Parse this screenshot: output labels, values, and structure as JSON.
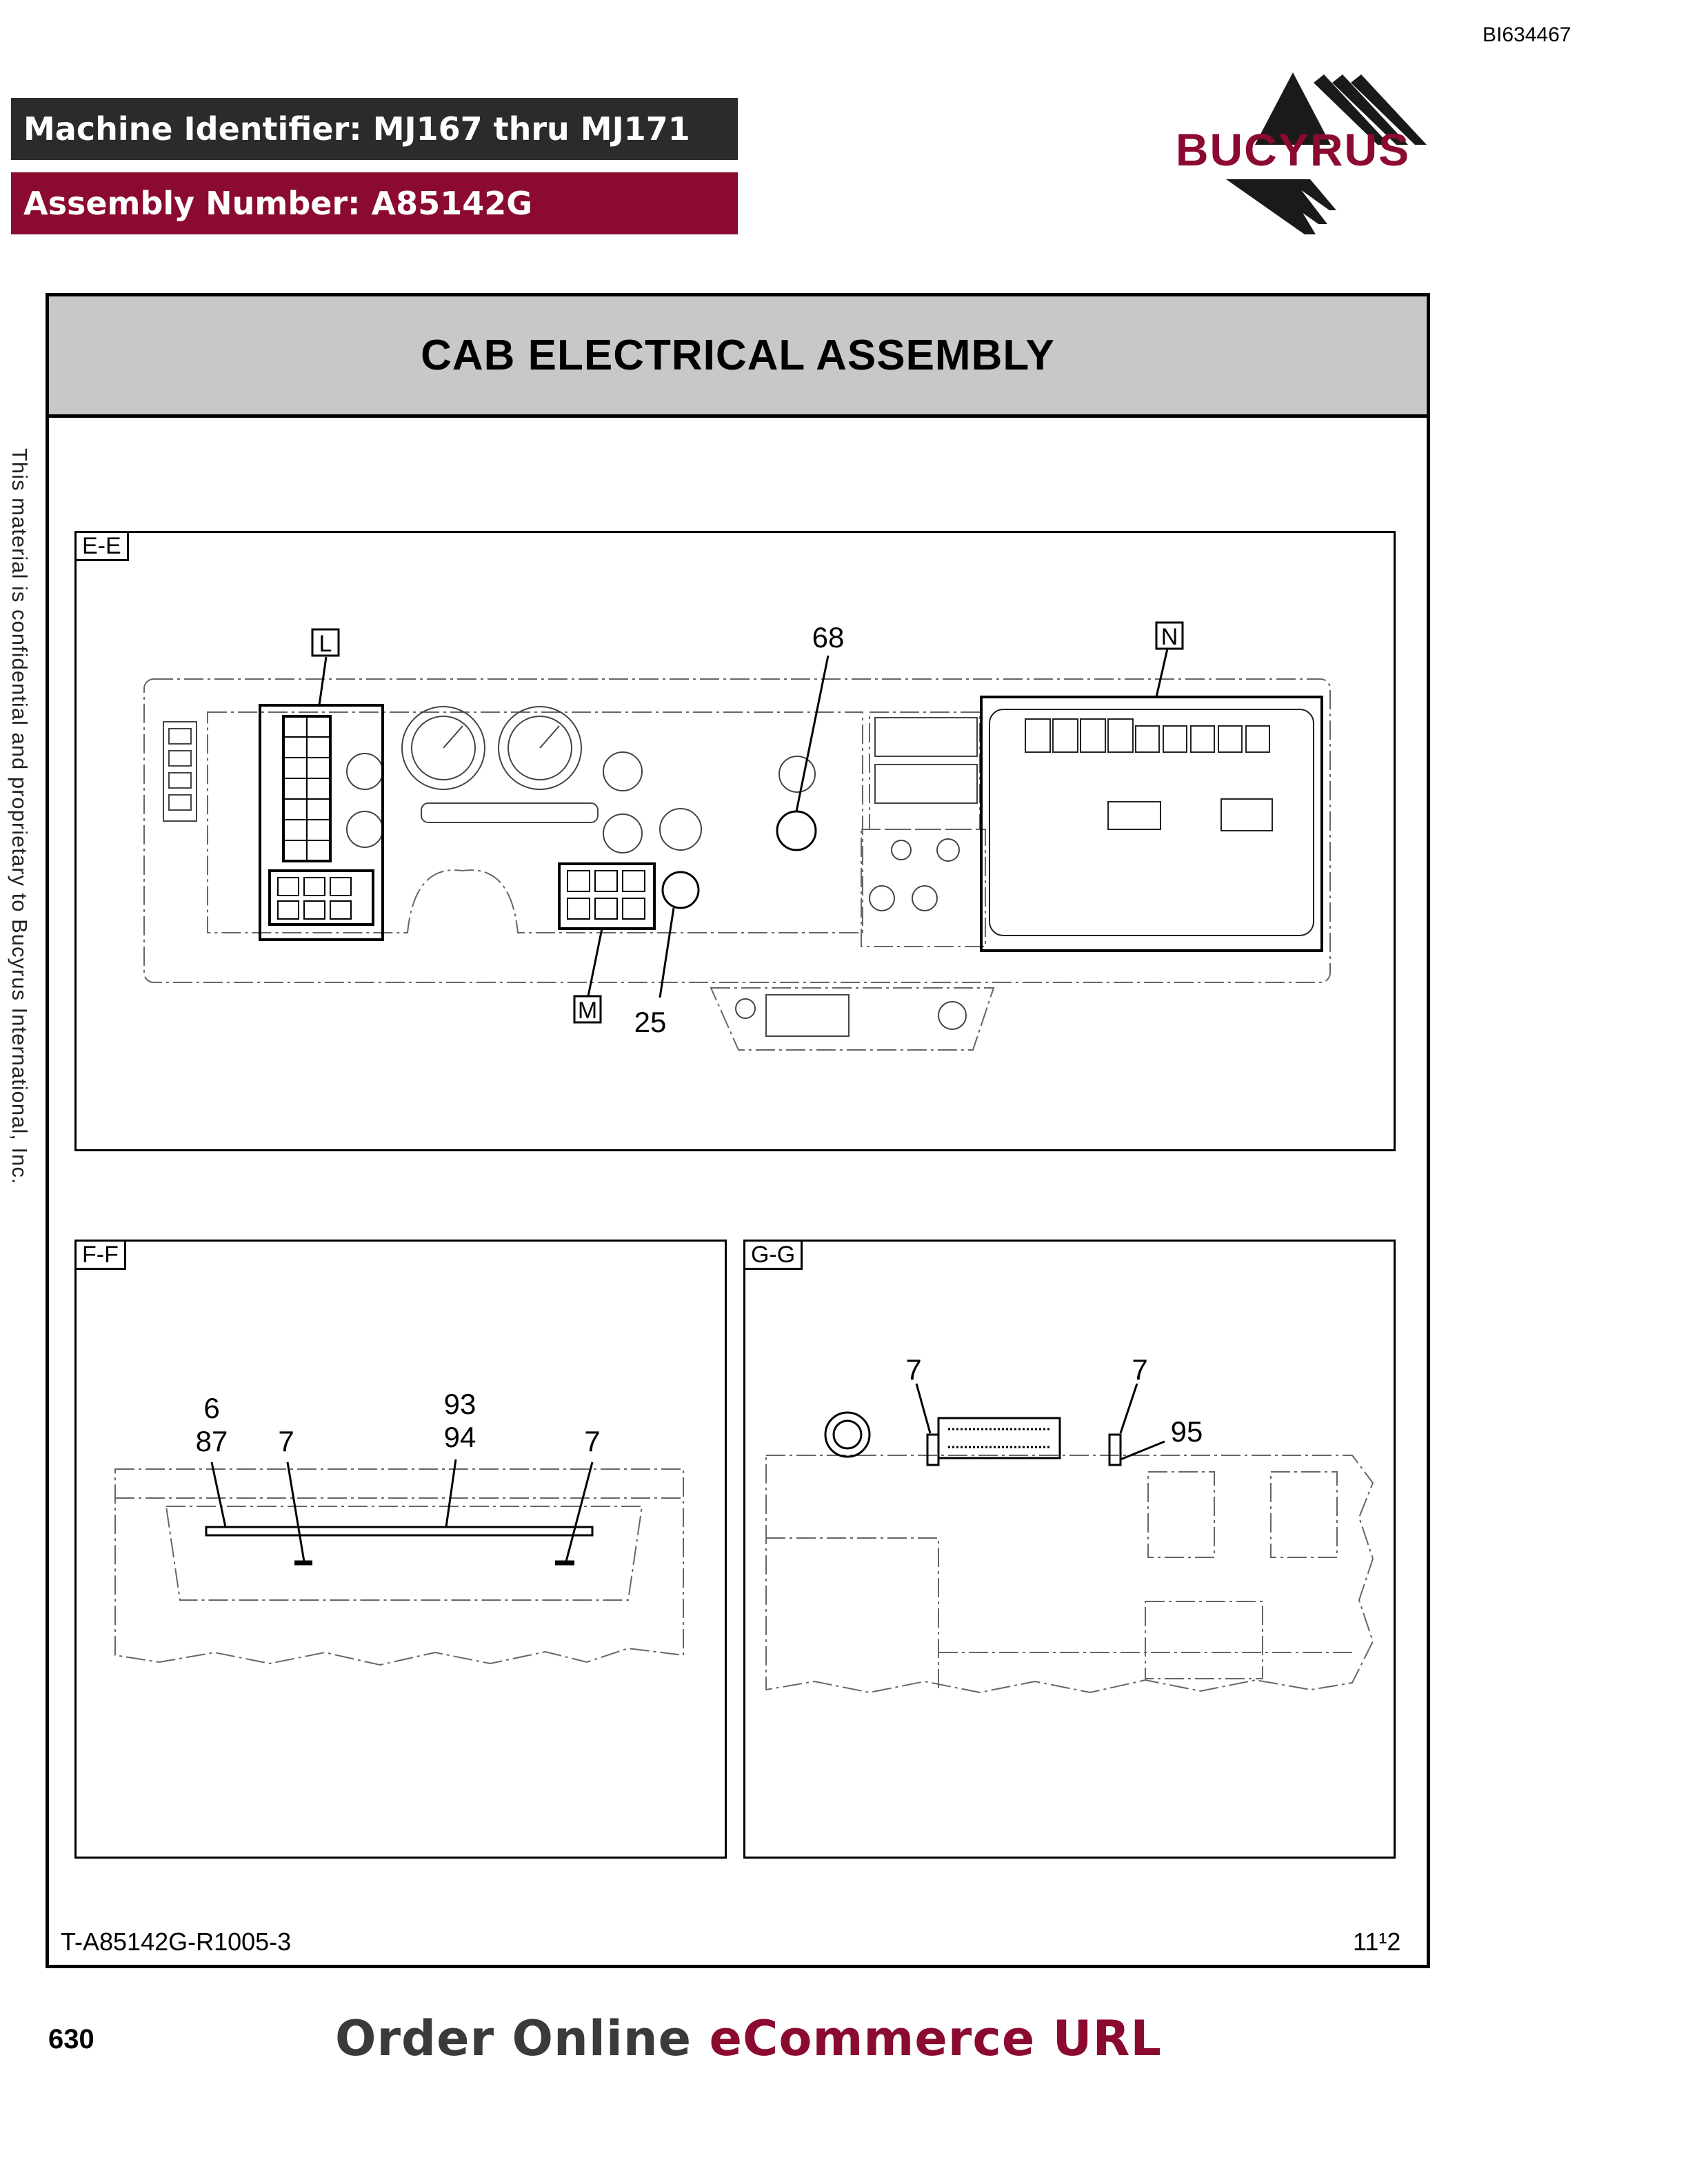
{
  "document_id": "BI634467",
  "header": {
    "machine_identifier": "Machine Identifier: MJ167 thru MJ171",
    "assembly_number": "Assembly Number: A85142G"
  },
  "brand": {
    "logo_text": "BUCYRUS",
    "brand_color": "#8b0a2f"
  },
  "title": "CAB ELECTRICAL ASSEMBLY",
  "confidentiality_note": "This material is confidential and proprietary to Bucyrus International, Inc.",
  "views": {
    "ee": {
      "label": "E-E",
      "callouts": {
        "l": "L",
        "n": "N",
        "m": "M",
        "c68": "68",
        "c25": "25"
      }
    },
    "ff": {
      "label": "F-F",
      "callouts": {
        "c6": "6",
        "c87": "87",
        "c7a": "7",
        "c93": "93",
        "c94": "94",
        "c7b": "7"
      }
    },
    "gg": {
      "label": "G-G",
      "callouts": {
        "c7a": "7",
        "c7b": "7",
        "c95": "95"
      }
    }
  },
  "footer": {
    "drawing_code": "T-A85142G-R1005-3",
    "sheet": "11¹2",
    "page_number": "630",
    "ecommerce_prefix": "Order Online ",
    "ecommerce_link": "eCommerce URL"
  }
}
